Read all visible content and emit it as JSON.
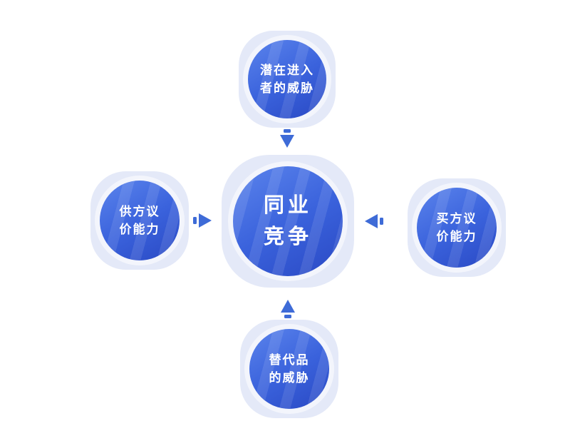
{
  "diagram": {
    "type": "five-forces",
    "background": "#ffffff"
  },
  "colors": {
    "node_fill_start": "#5b84ec",
    "node_fill_end": "#2a49c4",
    "node_outer_ring": "#e4e9f8",
    "inner_halo": "rgba(255,255,255,0.55)",
    "arrow": "#3e6bd7",
    "label_text": "#ffffff"
  },
  "nodes": {
    "center": {
      "line1": "同业",
      "line2": "竞争"
    },
    "top": {
      "line1": "潜在进入",
      "line2": "者的威胁"
    },
    "left": {
      "line1": "供方议",
      "line2": "价能力"
    },
    "right": {
      "line1": "买方议",
      "line2": "价能力"
    },
    "bottom": {
      "line1": "替代品",
      "line2": "的威胁"
    }
  },
  "icons": {
    "top_arrow": "arrow-down-icon",
    "bottom_arrow": "arrow-up-icon",
    "left_arrow": "arrow-right-icon",
    "right_arrow": "arrow-left-icon"
  }
}
